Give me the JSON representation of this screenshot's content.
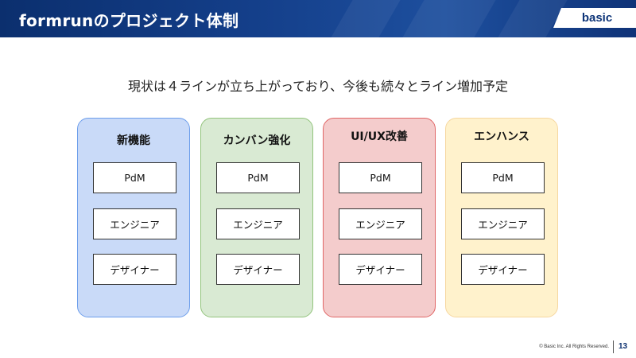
{
  "header": {
    "title": "formrunのプロジェクト体制",
    "brand": "basic"
  },
  "subtitle": "現状は４ラインが立ち上がっており、今後も続々とライン増加予定",
  "lines": [
    {
      "title": "新機能",
      "bg": "#c9daf8",
      "border": "#6d9eeb",
      "roles": [
        "PdM",
        "エンジニア",
        "デザイナー"
      ]
    },
    {
      "title": "カンバン強化",
      "bg": "#d9ead3",
      "border": "#93c47d",
      "roles": [
        "PdM",
        "エンジニア",
        "デザイナー"
      ]
    },
    {
      "title": "UI/UX改善",
      "bg": "#f4cccc",
      "border": "#e06666",
      "roles": [
        "PdM",
        "エンジニア",
        "デザイナー"
      ]
    },
    {
      "title": "エンハンス",
      "bg": "#fff2cc",
      "border": "#f6d7a0",
      "roles": [
        "PdM",
        "エンジニア",
        "デザイナー"
      ]
    }
  ],
  "footer": {
    "copyright": "© Basic Inc. All Rights Reserved.",
    "page_number": "13"
  }
}
